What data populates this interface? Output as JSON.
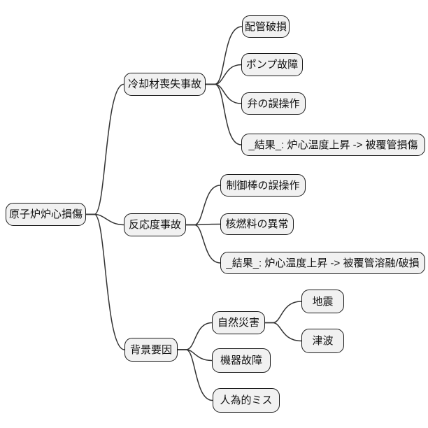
{
  "mindmap": {
    "type": "mindmap-diagram",
    "colors": {
      "node_fill": "#f1f1f1",
      "node_border": "#1a1a1a",
      "edge": "#333333",
      "background": "#ffffff",
      "text": "#111111"
    },
    "root": {
      "label": "原子炉炉心損傷"
    },
    "branches": [
      {
        "label": "冷却材喪失事故",
        "children": [
          {
            "label": "配管破損"
          },
          {
            "label": "ポンプ故障"
          },
          {
            "label": "弁の誤操作"
          },
          {
            "label": "_結果_: 炉心温度上昇 -> 被覆管損傷"
          }
        ]
      },
      {
        "label": "反応度事故",
        "children": [
          {
            "label": "制御棒の誤操作"
          },
          {
            "label": "核燃料の異常"
          },
          {
            "label": "_結果_: 炉心温度上昇 -> 被覆管溶融/破損"
          }
        ]
      },
      {
        "label": "背景要因",
        "children": [
          {
            "label": "自然災害",
            "children": [
              {
                "label": "地震"
              },
              {
                "label": "津波"
              }
            ]
          },
          {
            "label": "機器故障"
          },
          {
            "label": "人為的ミス"
          }
        ]
      }
    ]
  }
}
